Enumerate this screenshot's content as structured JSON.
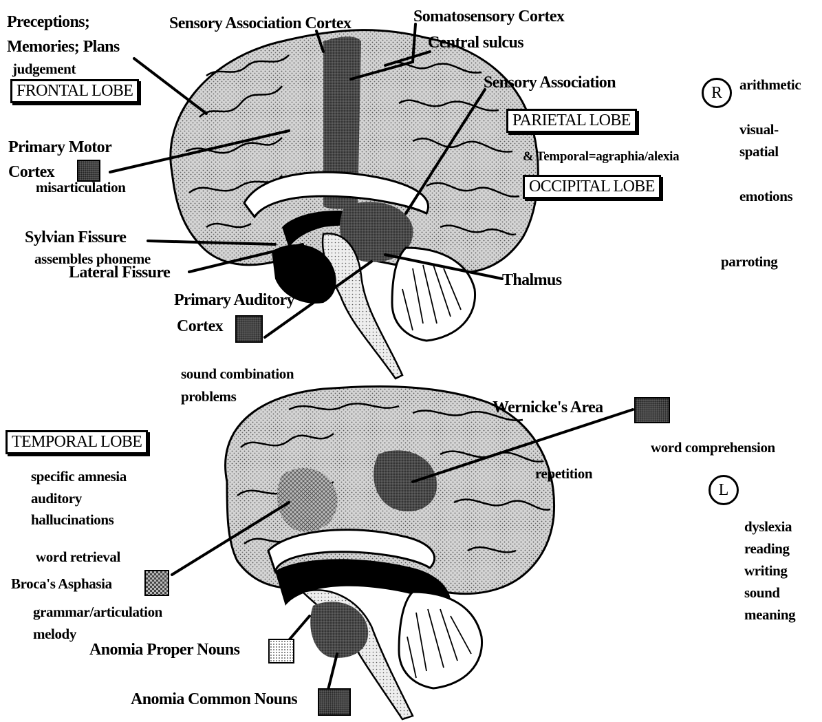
{
  "labels": {
    "preceptions": "Preceptions;",
    "memories_plans": "Memories; Plans",
    "judgement": "judgement",
    "frontal_lobe": "FRONTAL LOBE",
    "sensory_association_cortex": "Sensory Association Cortex",
    "somatosensory_cortex": "Somatosensory Cortex",
    "central_sulcus": "Central sulcus",
    "sensory_association": "Sensory Association",
    "parietal_lobe": "PARIETAL LOBE",
    "temporal_agraphia": "& Temporal=agraphia/alexia",
    "occipital_lobe": "OCCIPITAL LOBE",
    "primary_motor_cortex_1": "Primary Motor",
    "primary_motor_cortex_2": "Cortex",
    "misarticulation": "misarticulation",
    "sylvian_fissure": "Sylvian Fissure",
    "assembles_phoneme": "assembles phoneme",
    "lateral_fissure": "Lateral Fissure",
    "thalmus": "Thalmus",
    "primary_auditory_1": "Primary Auditory",
    "primary_auditory_2": "Cortex",
    "sound_combination": "sound combination",
    "problems": "problems",
    "arithmetic": "arithmetic",
    "visual": "visual-",
    "spatial": "spatial",
    "emotions": "emotions",
    "parroting": "parroting",
    "right_marker": "R",
    "wernickes_area": "Wernicke's Area",
    "word_comprehension": "word comprehension",
    "repetition": "repetition",
    "left_marker": "L",
    "dyslexia": "dyslexia",
    "reading": "reading",
    "writing": "writing",
    "sound": "sound",
    "meaning": "meaning",
    "temporal_lobe": "TEMPORAL LOBE",
    "specific_amnesia": "specific amnesia",
    "auditory": "auditory",
    "hallucinations": "hallucinations",
    "word_retrieval": "word retrieval",
    "brocas_asphasia": "Broca's Asphasia",
    "grammar_articulation": "grammar/articulation",
    "melody": "melody",
    "anomia_proper_nouns": "Anomia Proper Nouns",
    "anomia_common_nouns": "Anomia Common Nouns"
  },
  "colors": {
    "ink": "#000000",
    "brain_fill": "#c9c9c9",
    "dark_region": "#3c3c3c",
    "paper": "#ffffff"
  }
}
